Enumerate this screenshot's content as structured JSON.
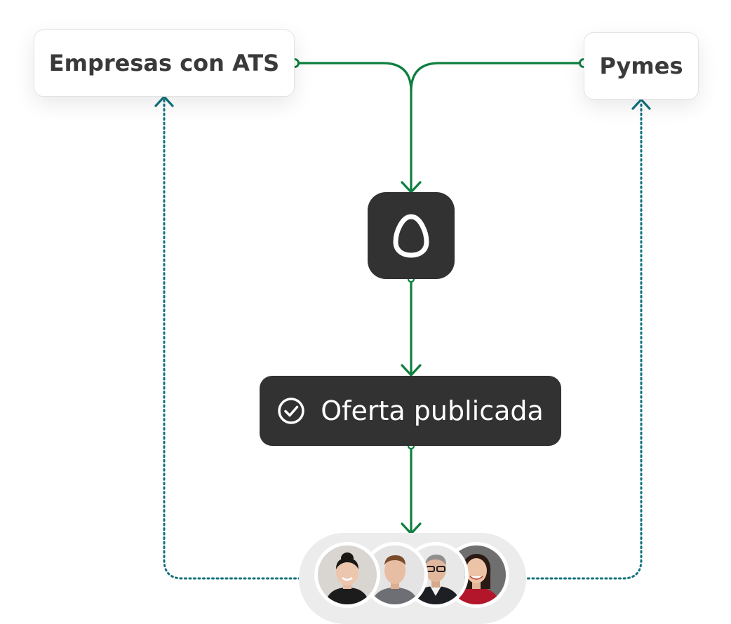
{
  "nodes": {
    "ats": {
      "label": "Empresas con ATS"
    },
    "pymes": {
      "label": "Pymes"
    },
    "hub": {
      "icon": "egg-logo-icon"
    },
    "published": {
      "label": "Oferta publicada",
      "icon": "check-circle-icon"
    }
  },
  "candidates": [
    {
      "name": "candidate-1"
    },
    {
      "name": "candidate-2"
    },
    {
      "name": "candidate-3"
    },
    {
      "name": "candidate-4"
    }
  ],
  "colors": {
    "flow": "#0e7f3f",
    "feedback": "#10727c",
    "dark_node": "#323232",
    "pill": "#ececec"
  }
}
